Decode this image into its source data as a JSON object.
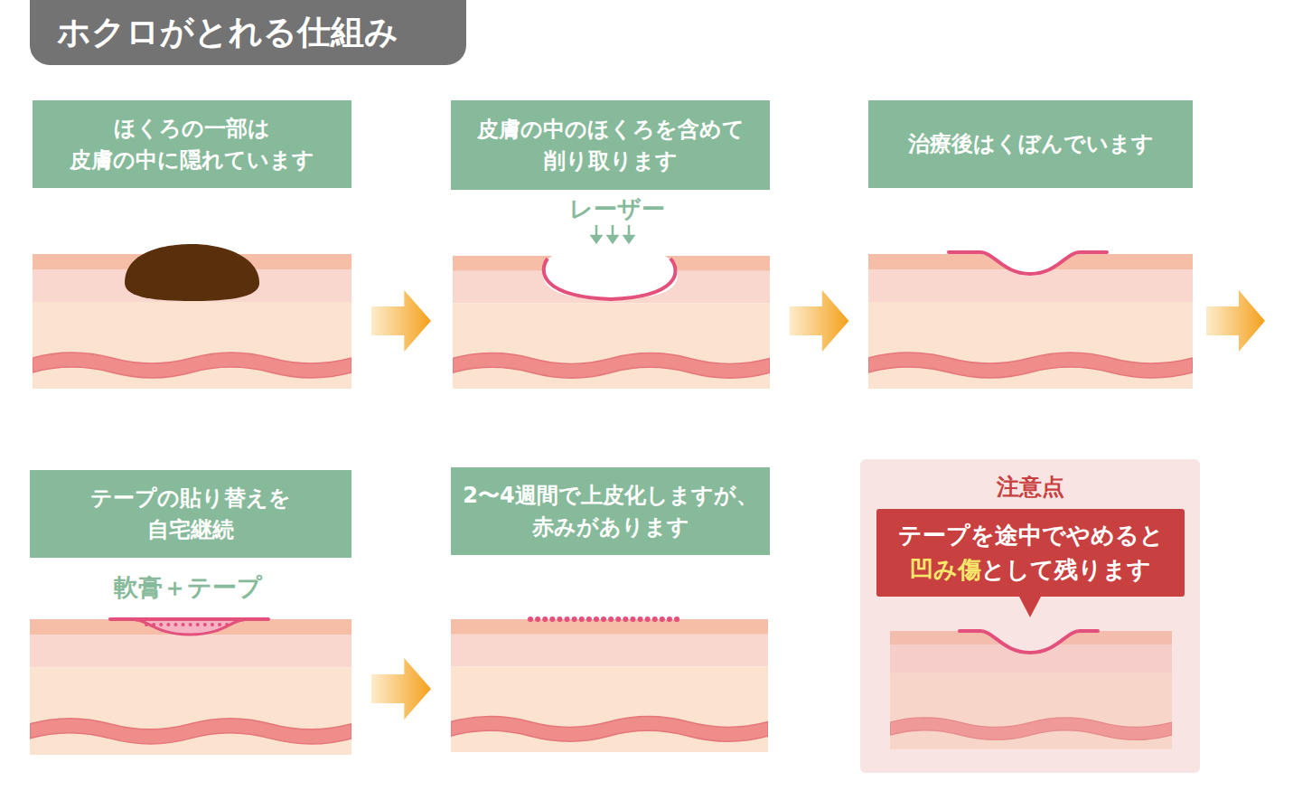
{
  "diagram": {
    "title": "ホクロがとれる仕組み",
    "nodes": [
      {
        "text": [
          "ほくろの一部は 皮膚の中に隠れています"
        ]
      },
      {
        "text": [
          "皮膚の中のほくろを含めて 削り取ります"
        ]
      },
      {
        "text": [
          "治療後はくぼんでいます"
        ]
      },
      {
        "text": [
          "テープの貼り替えを 自宅継続"
        ]
      },
      {
        "text": [
          "2〜4週間で上皮化しますが、 赤みがあります"
        ]
      },
      {
        "text": [
          "注意点"
        ]
      },
      {
        "text": [
          "テープを途中でやめると 凹み傷として残ります"
        ],
        "in": 5
      }
    ],
    "edges": [
      {
        "from": 0,
        "to": 1,
        "arrow": "to"
      },
      {
        "from": 1,
        "to": 2,
        "arrow": "to"
      },
      {
        "from": 3,
        "to": 4,
        "arrow": "to"
      }
    ],
    "labels": [
      "レーザー",
      "軟膏＋テープ"
    ]
  }
}
